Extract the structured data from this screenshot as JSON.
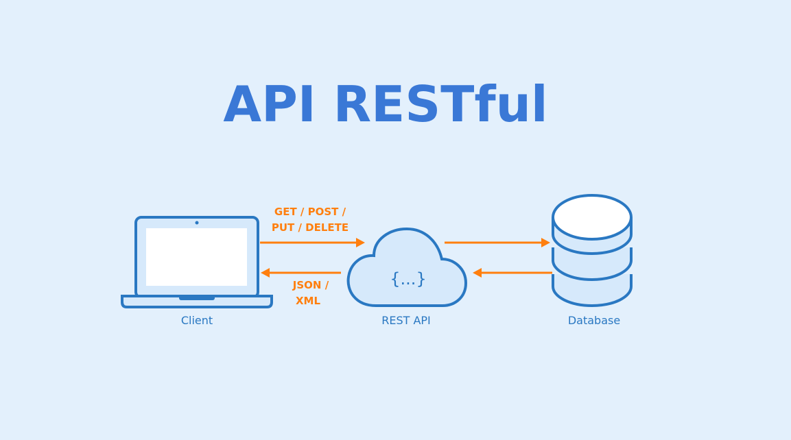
{
  "title": "API RESTful",
  "nodes": {
    "client": {
      "label": "Client",
      "icon": "laptop-icon"
    },
    "api": {
      "label": "REST API",
      "icon": "cloud-icon",
      "symbol": "{...}"
    },
    "database": {
      "label": "Database",
      "icon": "database-icon"
    }
  },
  "flows": {
    "request": {
      "line1": "GET / POST /",
      "line2": "PUT / DELETE"
    },
    "response": {
      "line1": "JSON /",
      "line2": "XML"
    }
  },
  "colors": {
    "background": "#e3f0fc",
    "title": "#3a78d6",
    "outline": "#2a78c2",
    "icon_fill": "#d6e9fb",
    "arrow": "#ff7f0e"
  }
}
